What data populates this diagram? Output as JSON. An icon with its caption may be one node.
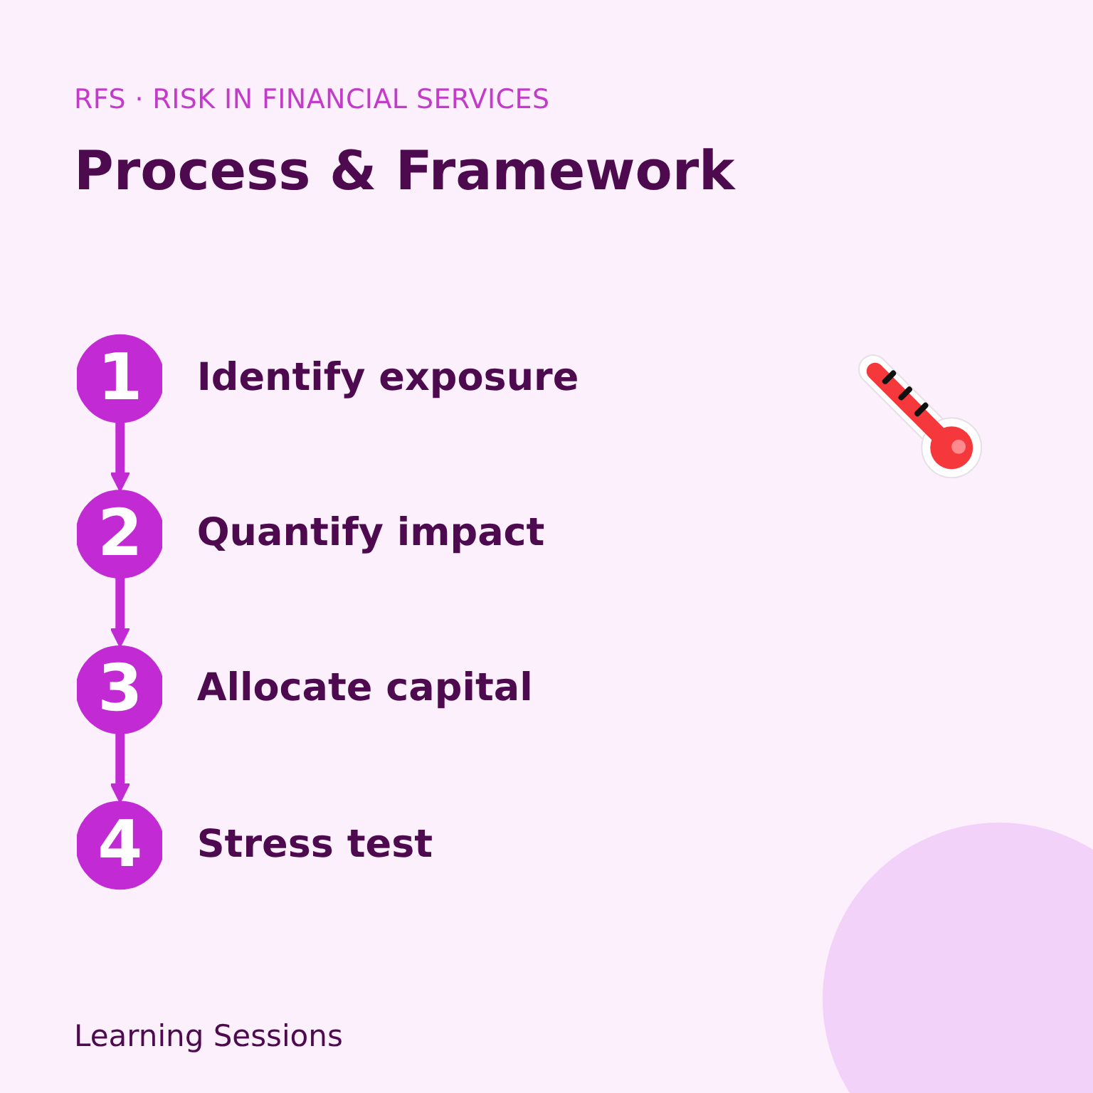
{
  "diagram": {
    "title": "Process & Framework",
    "nodes": [
      {
        "text": [
          "1"
        ],
        "beside": [
          "Identify exposure"
        ]
      },
      {
        "text": [
          "2"
        ],
        "beside": [
          "Quantify impact"
        ]
      },
      {
        "text": [
          "3"
        ],
        "beside": [
          "Allocate capital"
        ]
      },
      {
        "text": [
          "4"
        ],
        "beside": [
          "Stress test"
        ]
      }
    ],
    "edges": [
      {
        "from": 0,
        "to": 1,
        "arrow": "to"
      },
      {
        "from": 1,
        "to": 2,
        "arrow": "to"
      },
      {
        "from": 2,
        "to": 3,
        "arrow": "to"
      }
    ],
    "labels": [
      "RFS · RISK IN FINANCIAL SERVICES",
      "Learning Sessions"
    ]
  }
}
